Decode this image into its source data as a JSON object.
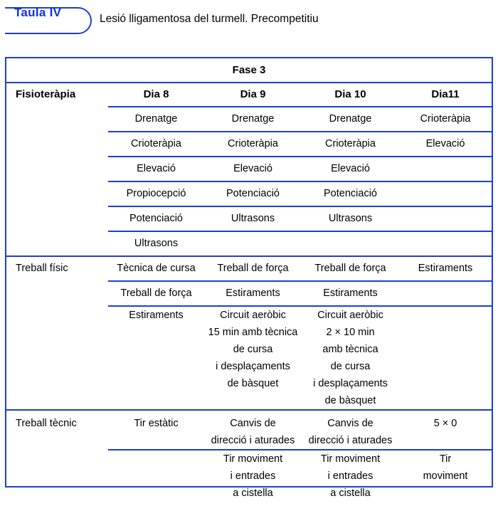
{
  "caption": {
    "badge_label": "Taula IV",
    "title": "Lesió lligamentosa del turmell. Precompetitiu"
  },
  "colors": {
    "rule_blue": "#1a3fd8",
    "badge_text_blue": "#1030e0",
    "text_black": "#000000",
    "background": "#ffffff"
  },
  "table": {
    "phase_header": "Fase 3",
    "column_headers": [
      "Fisioteràpia",
      "Dia 8",
      "Dia 9",
      "Dia 10",
      "Dia11"
    ],
    "sections": [
      {
        "label": "Fisioteràpia",
        "rows": [
          {
            "cells": [
              "Drenatge",
              "Drenatge",
              "Drenatge",
              "Crioteràpia"
            ]
          },
          {
            "cells": [
              "Crioteràpia",
              "Crioteràpia",
              "Crioteràpia",
              "Elevació"
            ]
          },
          {
            "cells": [
              "Elevació",
              "Elevació",
              "Elevació",
              ""
            ]
          },
          {
            "cells": [
              "Propiocepció",
              "Potenciació",
              "Potenciació",
              ""
            ]
          },
          {
            "cells": [
              "Potenciació",
              "Ultrasons",
              "Ultrasons",
              ""
            ]
          },
          {
            "cells": [
              "Ultrasons",
              "",
              "",
              ""
            ]
          }
        ]
      },
      {
        "label": "Treball físic",
        "rows": [
          {
            "cells": [
              "Tècnica de cursa",
              "Treball de força",
              "Treball de força",
              "Estiraments"
            ]
          },
          {
            "cells": [
              "Treball de força",
              "Estiraments",
              "Estiraments",
              ""
            ]
          }
        ],
        "multiline_row": {
          "dia8": [
            "Estiraments"
          ],
          "dia9": [
            "Circuit aeròbic",
            "15 min amb tècnica",
            "de cursa",
            "i desplaçaments",
            "de bàsquet"
          ],
          "dia10": [
            "Circuit aeròbic",
            "2 × 10 min",
            "amb tècnica",
            "de cursa",
            "i desplaçaments",
            "de bàsquet"
          ],
          "dia11": []
        }
      },
      {
        "label": "Treball tècnic",
        "multiline_rows": [
          {
            "dia8": [
              "Tir estàtic"
            ],
            "dia9": [
              "Canvis de",
              "direcció i aturades"
            ],
            "dia10": [
              "Canvis de",
              "direcció i aturades"
            ],
            "dia11": [
              "5 × 0"
            ]
          },
          {
            "dia8": [],
            "dia9": [
              "Tir moviment",
              "i entrades",
              "a cistella"
            ],
            "dia10": [
              "Tir moviment",
              "i entrades",
              "a cistella"
            ],
            "dia11": [
              "Tir",
              "moviment"
            ]
          }
        ]
      }
    ]
  }
}
